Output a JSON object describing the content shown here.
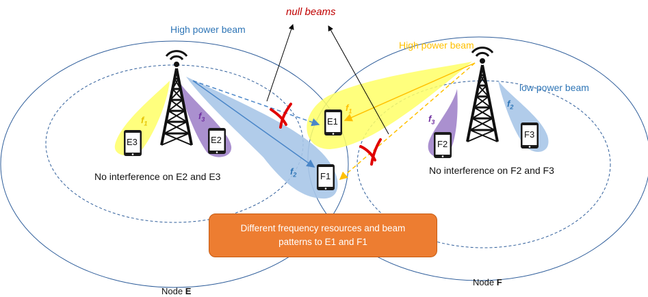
{
  "title": "null beams",
  "node_e": {
    "beam_label": "High power beam",
    "note": "No interference on E2 and E3",
    "caption_prefix": "Node ",
    "caption_letter": "E"
  },
  "node_f": {
    "beam_label": "High power beam",
    "low_beam_label": "low power beam",
    "note": "No interference on F2 and F3",
    "caption_prefix": "Node ",
    "caption_letter": "F"
  },
  "callout": {
    "line1": "Different frequency resources and beam",
    "line2": "patterns to E1 and F1"
  },
  "frequencies": {
    "f1": "f",
    "f1_sub": "1",
    "f2": "f",
    "f2_sub": "2",
    "f3": "f",
    "f3_sub": "3"
  },
  "devices": {
    "E1": "E1",
    "E2": "E2",
    "E3": "E3",
    "F1": "F1",
    "F2": "F2",
    "F3": "F3"
  },
  "colors": {
    "yellow_beam": "#ffff66",
    "blue_beam": "#a9c7e8",
    "purple_beam": "#8e6bbf",
    "coverage": "#2e5d9a",
    "blue_text": "#2e75b6",
    "yellow_text": "#ffc000",
    "purple_text": "#7030a0",
    "null_red": "#c00000",
    "callout": "#ed7d31"
  }
}
